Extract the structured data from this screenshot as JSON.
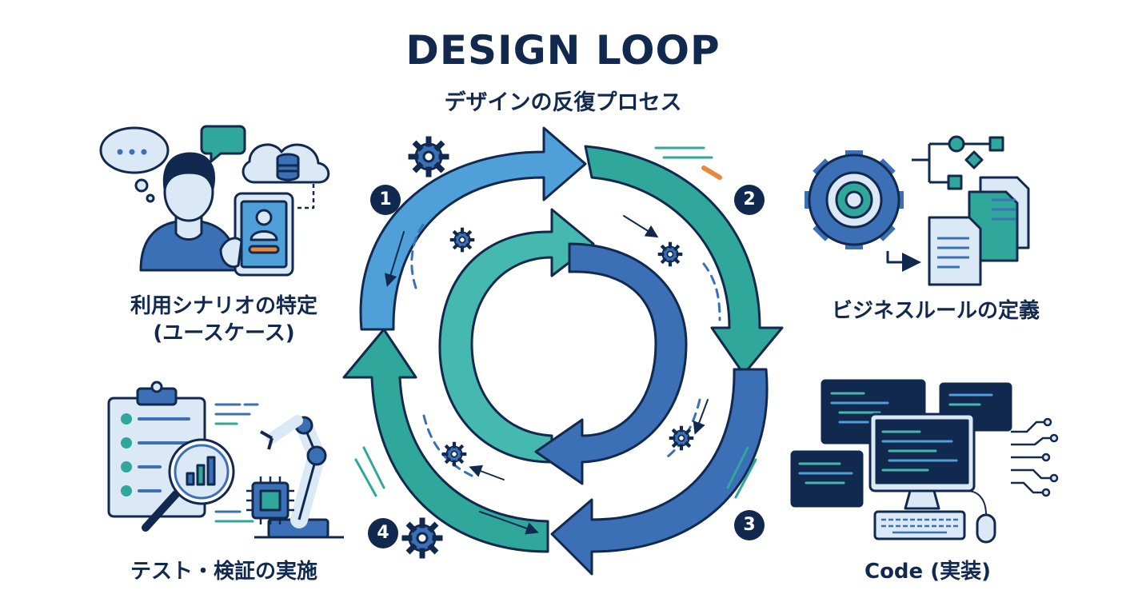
{
  "header": {
    "title": "DESIGN LOOP",
    "subtitle": "デザインの反復プロセス"
  },
  "steps": [
    {
      "number": "1",
      "label_line1": "利用シナリオの特定",
      "label_line2": "(ユースケース)"
    },
    {
      "number": "2",
      "label_line1": "ビジネスルールの定義",
      "label_line2": ""
    },
    {
      "number": "3",
      "label_line1": "Code (実装)",
      "label_line2": ""
    },
    {
      "number": "4",
      "label_line1": "テスト・検証の実施",
      "label_line2": ""
    }
  ],
  "colors": {
    "navy": "#12294f",
    "blue": "#3b6fb6",
    "light_blue": "#4f9fd8",
    "teal": "#2fa79a",
    "teal_light": "#45b8b0",
    "pale_blue": "#dbe8f6"
  },
  "icons": {
    "step1": [
      "speech-bubble-icon",
      "person-icon",
      "tablet-icon",
      "cloud-database-icon"
    ],
    "step2": [
      "gear-icon",
      "flowchart-icon",
      "document-icon"
    ],
    "step3": [
      "monitor-icon",
      "code-window-icon",
      "keyboard-icon",
      "mouse-icon",
      "circuit-icon"
    ],
    "step4": [
      "clipboard-checklist-icon",
      "magnifier-chart-icon",
      "robot-arm-icon",
      "chip-icon"
    ]
  }
}
